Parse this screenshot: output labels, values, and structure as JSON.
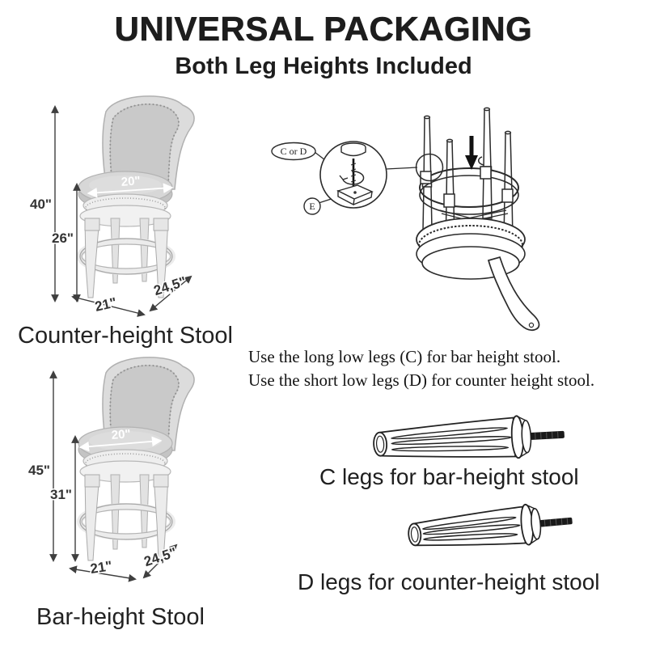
{
  "header": {
    "title": "UNIVERSAL PACKAGING",
    "subtitle": "Both Leg Heights Included"
  },
  "counter_stool": {
    "label": "Counter-height Stool",
    "dims": {
      "overall_height": "40\"",
      "seat_height": "26\"",
      "seat_width": "20\"",
      "base_width": "21\"",
      "depth": "24,5\""
    }
  },
  "bar_stool": {
    "label": "Bar-height Stool",
    "dims": {
      "overall_height": "45\"",
      "seat_height": "31\"",
      "seat_width": "20\"",
      "base_width": "21\"",
      "depth": "24,5\""
    }
  },
  "assembly": {
    "leg_callout": "C or D",
    "bracket_callout": "E"
  },
  "instructions": {
    "line1": "Use the long low legs (C) for bar height stool.",
    "line2": "Use the short low legs (D) for counter height stool."
  },
  "legs": {
    "c_label": "C legs for bar-height stool",
    "d_label": "D legs for counter-height stool"
  },
  "colors": {
    "line": "#2b2b2b",
    "text": "#1d1d1d",
    "upholstery": "#cfcfcf",
    "frame": "#ececec"
  }
}
